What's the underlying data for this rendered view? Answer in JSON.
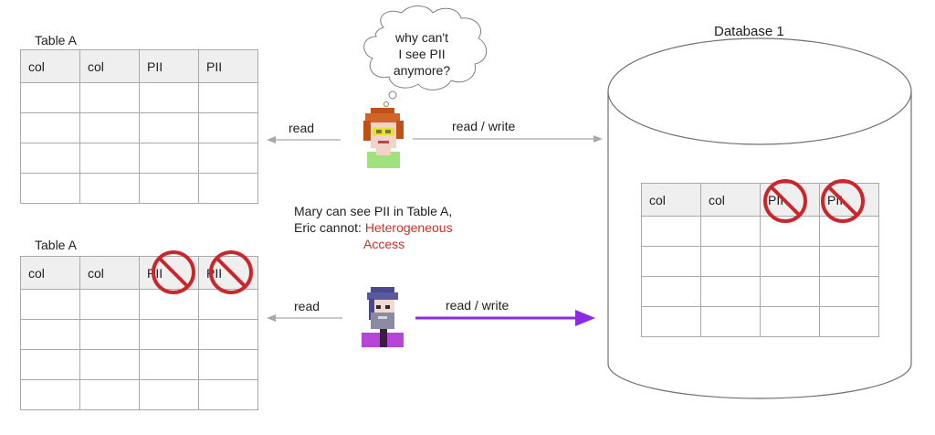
{
  "table_top": {
    "title": "Table A",
    "headers": [
      "col",
      "col",
      "PII",
      "PII"
    ]
  },
  "table_bottom": {
    "title": "Table A",
    "headers": [
      "col",
      "col",
      "PII",
      "PII"
    ]
  },
  "database": {
    "title": "Database 1",
    "headers": [
      "col",
      "col",
      "PII",
      "PII"
    ]
  },
  "mary": {
    "thought_lines": [
      "why can't",
      "I see PII",
      "anymore?"
    ],
    "read_label": "read",
    "write_label": "read / write"
  },
  "eric": {
    "read_label": "read",
    "write_label": "read / write"
  },
  "caption": {
    "line1": "Mary can see PII in Table A,",
    "line2_prefix": "Eric cannot: ",
    "line2_highlight": "Heterogeneous",
    "line3_highlight": "Access"
  },
  "colors": {
    "deny": "#c8282d",
    "highlight_text": "#d22e27",
    "purple_arrow": "#8a2be2",
    "gray_arrow": "#a8a8a8"
  }
}
